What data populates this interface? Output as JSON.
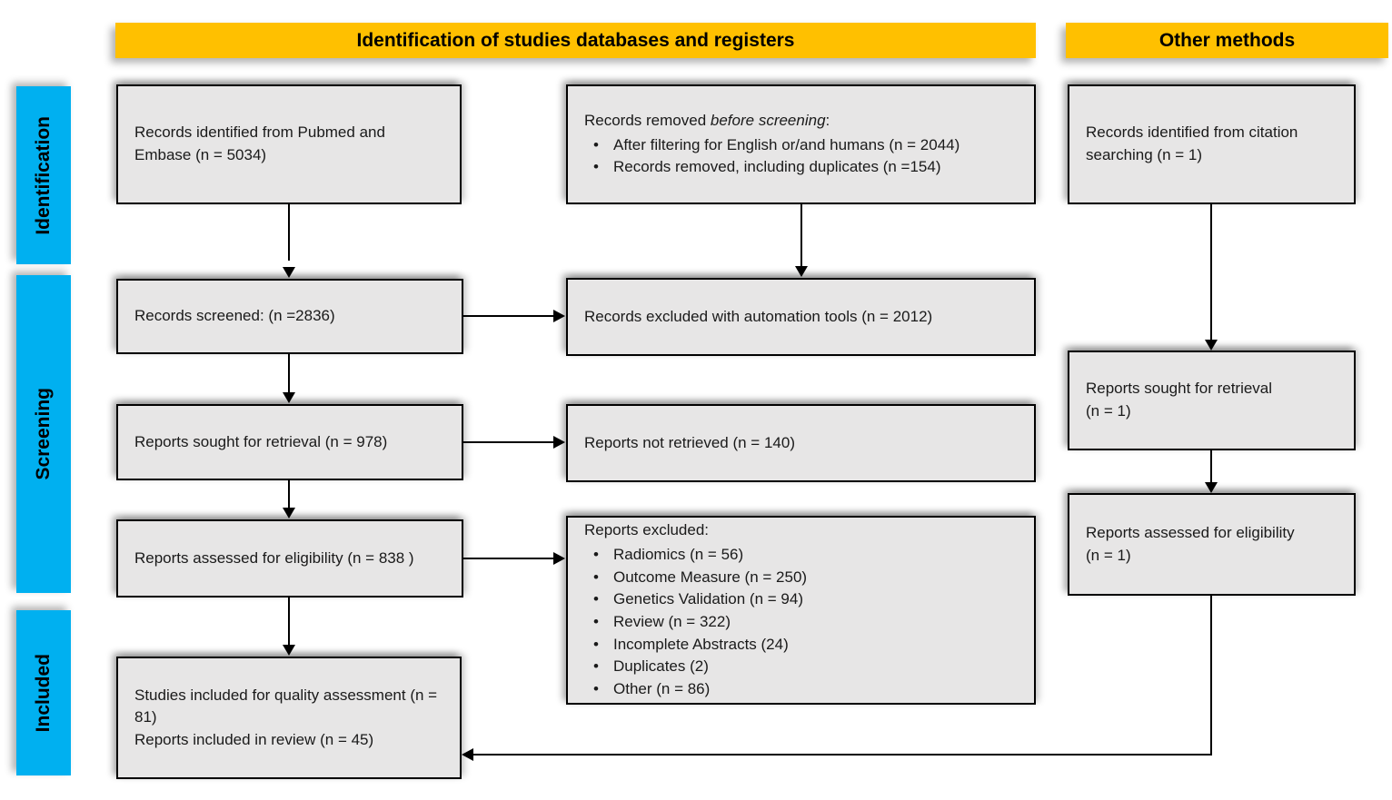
{
  "colors": {
    "header_bg": "#FFC000",
    "stage_bg": "#00B0F0",
    "box_bg": "#E7E6E6",
    "line_color": "#000000",
    "text_color": "#1a1a1a"
  },
  "headers": {
    "databases": "Identification of studies databases and registers",
    "other_methods": "Other methods"
  },
  "stages": {
    "identification": "Identification",
    "screening": "Screening",
    "included": "Included"
  },
  "database_column": {
    "records_identified": "Records identified from Pubmed and Embase (n = 5034)",
    "records_screened": "Records screened: (n =2836)",
    "reports_sought": "Reports sought for retrieval (n = 978)",
    "reports_assessed": "Reports assessed for eligibility (n = 838 )",
    "included_line1": "Studies included for quality assessment (n = 81)",
    "included_line2": "Reports included in review (n = 45)"
  },
  "exclusion_column": {
    "removed_box": {
      "title_prefix": "Records removed ",
      "title_italic": "before screening",
      "title_suffix": ":",
      "bullets": [
        "After filtering for English or/and humans (n = 2044)",
        "Records removed, including duplicates (n =154)"
      ]
    },
    "automation_excluded": "Records excluded with automation tools (n = 2012)",
    "not_retrieved": "Reports not retrieved (n = 140)",
    "excluded_box": {
      "title": "Reports excluded:",
      "bullets": [
        "Radiomics (n = 56)",
        "Outcome Measure (n = 250)",
        "Genetics Validation (n = 94)",
        "Review (n = 322)",
        "Incomplete Abstracts (24)",
        "Duplicates (2)",
        "Other (n = 86)"
      ]
    }
  },
  "other_methods_column": {
    "citation_identified": "Records identified from citation searching (n = 1)",
    "reports_sought": {
      "line1": "Reports sought for retrieval",
      "line2": "(n = 1)"
    },
    "reports_assessed": {
      "line1": "Reports assessed for eligibility",
      "line2": "(n = 1)"
    }
  }
}
